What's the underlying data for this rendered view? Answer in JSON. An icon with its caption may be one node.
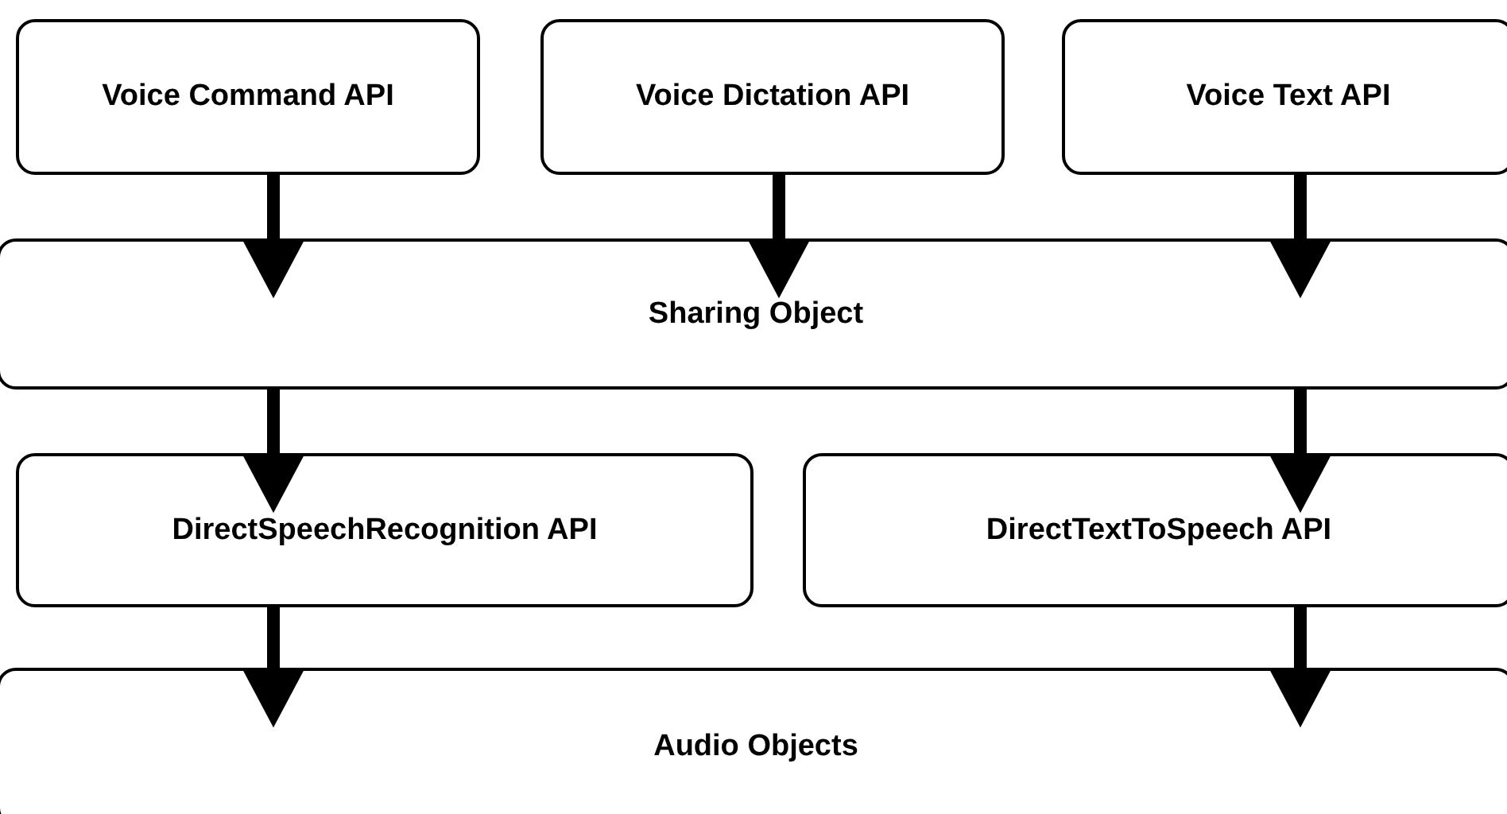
{
  "diagram": {
    "nodes": [
      {
        "text": [
          "Voice Command API"
        ]
      },
      {
        "text": [
          "Voice Dictation API"
        ]
      },
      {
        "text": [
          "Voice Text API"
        ]
      },
      {
        "text": [
          "Sharing Object"
        ]
      },
      {
        "text": [
          "DirectSpeechRecognition API"
        ]
      },
      {
        "text": [
          "DirectTextToSpeech API"
        ]
      },
      {
        "text": [
          "Audio Objects"
        ]
      }
    ],
    "edges": [
      {
        "from": 0,
        "to": 3,
        "arrow": "to"
      },
      {
        "from": 1,
        "to": 3,
        "arrow": "to"
      },
      {
        "from": 2,
        "to": 3,
        "arrow": "to"
      },
      {
        "from": 3,
        "to": 4,
        "arrow": "to"
      },
      {
        "from": 3,
        "to": 5,
        "arrow": "to"
      },
      {
        "from": 4,
        "to": 6,
        "arrow": "to"
      },
      {
        "from": 5,
        "to": 6,
        "arrow": "to"
      }
    ]
  }
}
